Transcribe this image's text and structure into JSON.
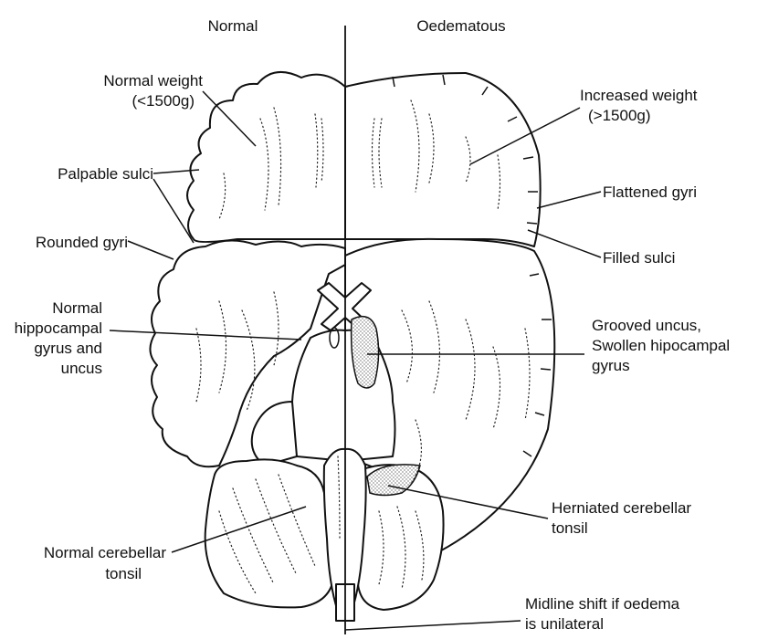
{
  "headers": {
    "left": "Normal",
    "right": "Oedematous"
  },
  "labels_left": {
    "normal_weight": [
      "Normal weight",
      "(<1500g)"
    ],
    "palpable_sulci": "Palpable sulci",
    "rounded_gyri": "Rounded gyri",
    "normal_hippocampal": [
      "Normal",
      "hippocampal",
      "gyrus and",
      "uncus"
    ],
    "normal_tonsil": [
      "Normal cerebellar",
      "tonsil"
    ]
  },
  "labels_right": {
    "increased_weight": [
      "Increased weight",
      "(>1500g)"
    ],
    "flattened_gyri": "Flattened gyri",
    "filled_sulci": "Filled sulci",
    "grooved_uncus": [
      "Grooved uncus,",
      "Swollen hipocampal",
      "gyrus"
    ],
    "herniated_tonsil": [
      "Herniated cerebellar",
      "tonsil"
    ],
    "midline_shift": [
      "Midline shift if oedema",
      "is unilateral"
    ]
  },
  "colors": {
    "ink": "#111111",
    "background": "#ffffff",
    "stipple": "#9a9a9a"
  }
}
